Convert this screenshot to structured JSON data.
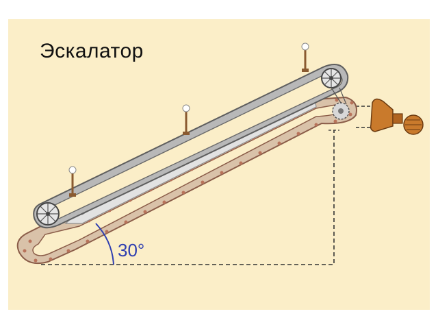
{
  "title": "Эскалатор",
  "angle_label": "30°",
  "colors": {
    "background": "#fbeec8",
    "chain": "#c08a70",
    "steps": "#e4e4e4",
    "handrail": "#8e8e8e",
    "angle_arc": "#2e3eb0",
    "motor": "#c97a2c"
  },
  "components": [
    "handrail",
    "step-chain",
    "steps",
    "lamp-posts",
    "drive-motor",
    "wheels",
    "support-frame",
    "angle-arc"
  ]
}
